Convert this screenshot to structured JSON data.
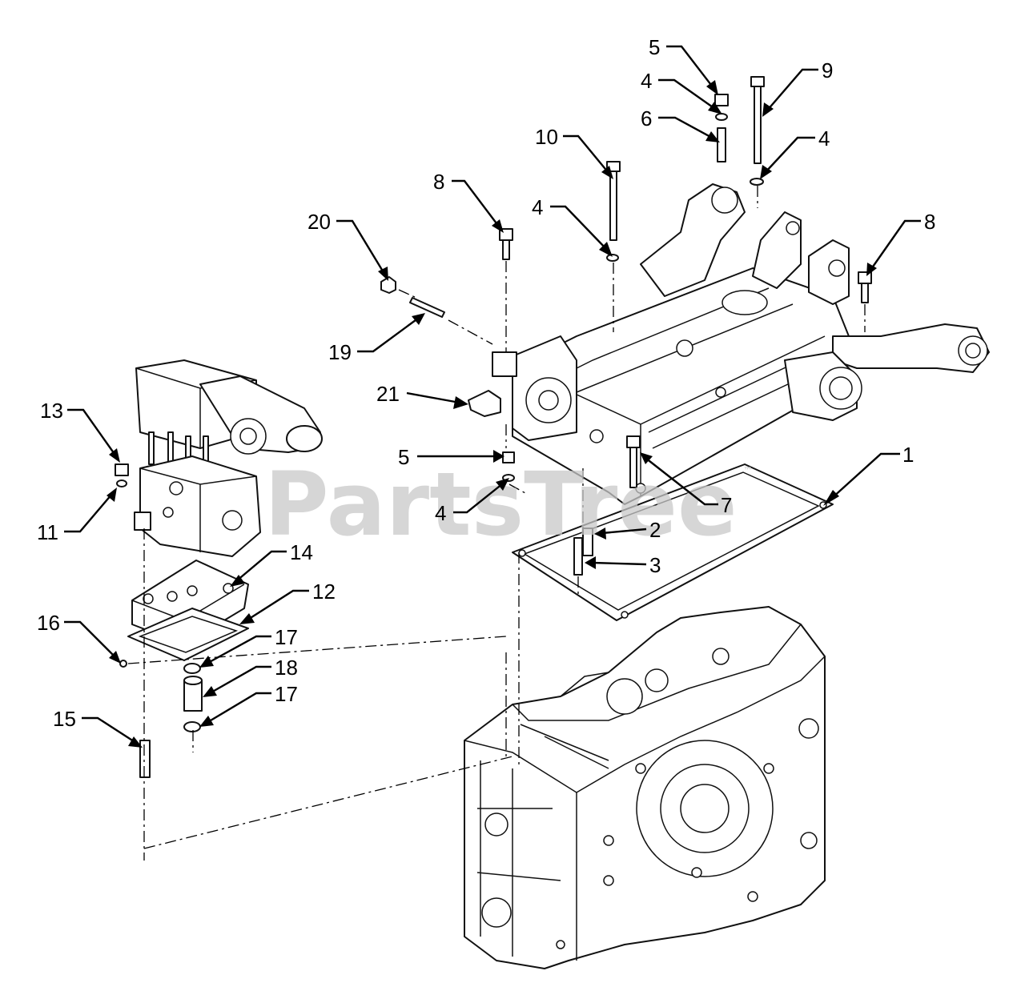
{
  "watermark": {
    "text": "PartsTree",
    "mark": "™"
  },
  "callouts": [
    {
      "id": "c1",
      "label": "1"
    },
    {
      "id": "c2",
      "label": "2"
    },
    {
      "id": "c3",
      "label": "3"
    },
    {
      "id": "c4a",
      "label": "4"
    },
    {
      "id": "c4b",
      "label": "4"
    },
    {
      "id": "c4c",
      "label": "4"
    },
    {
      "id": "c4d",
      "label": "4"
    },
    {
      "id": "c5a",
      "label": "5"
    },
    {
      "id": "c5b",
      "label": "5"
    },
    {
      "id": "c6",
      "label": "6"
    },
    {
      "id": "c7",
      "label": "7"
    },
    {
      "id": "c8a",
      "label": "8"
    },
    {
      "id": "c8b",
      "label": "8"
    },
    {
      "id": "c9",
      "label": "9"
    },
    {
      "id": "c10",
      "label": "10"
    },
    {
      "id": "c11",
      "label": "11"
    },
    {
      "id": "c12",
      "label": "12"
    },
    {
      "id": "c13",
      "label": "13"
    },
    {
      "id": "c14",
      "label": "14"
    },
    {
      "id": "c15",
      "label": "15"
    },
    {
      "id": "c16",
      "label": "16"
    },
    {
      "id": "c17a",
      "label": "17"
    },
    {
      "id": "c17b",
      "label": "17"
    },
    {
      "id": "c18",
      "label": "18"
    },
    {
      "id": "c19",
      "label": "19"
    },
    {
      "id": "c20",
      "label": "20"
    },
    {
      "id": "c21",
      "label": "21"
    }
  ]
}
